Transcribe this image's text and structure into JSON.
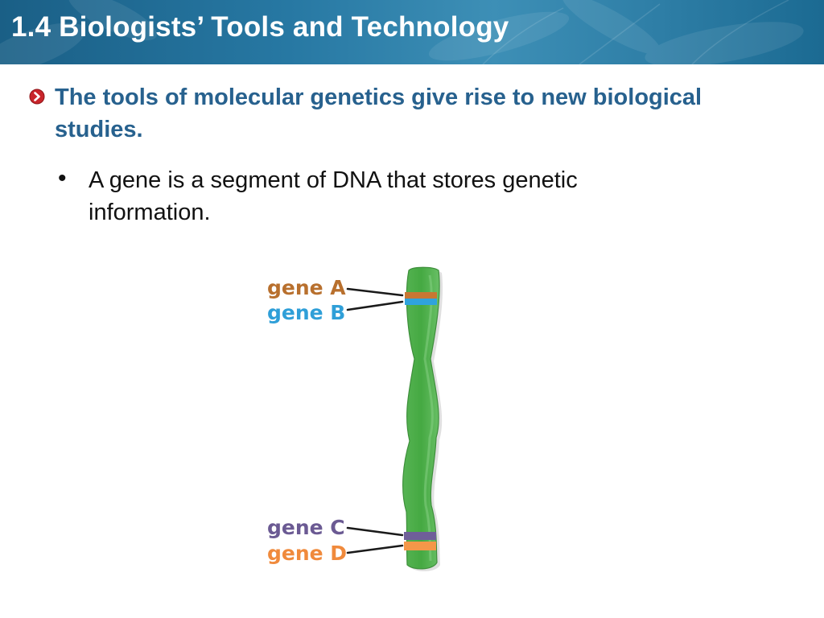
{
  "header": {
    "title": "1.4 Biologists’ Tools and Technology",
    "background_color": "#2778a3"
  },
  "content": {
    "key_concept_icon": "red-chevron-bullet-icon",
    "key_concept": "The tools of molecular genetics give rise to new biological studies.",
    "points": [
      {
        "marker": "•",
        "text": "A gene is a segment of DNA that stores genetic information."
      }
    ]
  },
  "figure": {
    "chromosome_color": "#5cb85a",
    "genes": [
      {
        "label": "gene A",
        "color": "#b8702e",
        "band_color": "#c87733"
      },
      {
        "label": "gene B",
        "color": "#2f9fd8",
        "band_color": "#2fa3dc"
      },
      {
        "label": "gene C",
        "color": "#6b5a93",
        "band_color": "#6f5f99"
      },
      {
        "label": "gene D",
        "color": "#f08a3c",
        "band_color": "#f49749"
      }
    ]
  }
}
